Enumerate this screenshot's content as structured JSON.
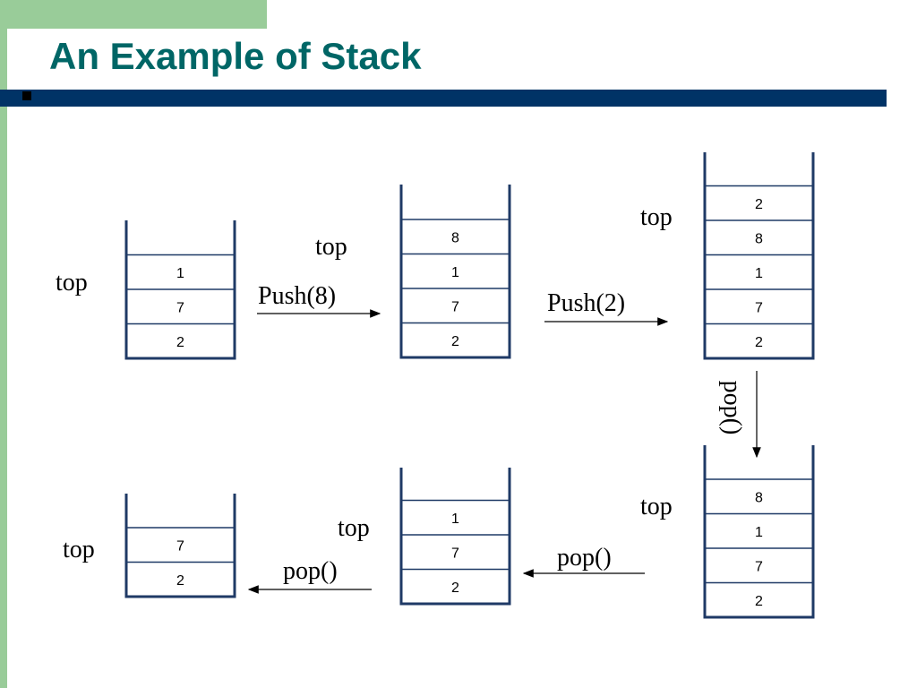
{
  "title": "An Example of Stack",
  "labels": {
    "top": "top",
    "push8": "Push(8)",
    "push2": "Push(2)",
    "pop": "pop()"
  },
  "stacks": [
    {
      "values": [
        "1",
        "7",
        "2"
      ]
    },
    {
      "values": [
        "8",
        "1",
        "7",
        "2"
      ]
    },
    {
      "values": [
        "2",
        "8",
        "1",
        "7",
        "2"
      ]
    },
    {
      "values": [
        "8",
        "1",
        "7",
        "2"
      ]
    },
    {
      "values": [
        "1",
        "7",
        "2"
      ]
    },
    {
      "values": [
        "7",
        "2"
      ]
    }
  ],
  "colors": {
    "title": "#006666",
    "rule": "#003366",
    "side": "#99cc99",
    "stack_border": "#1f3a66"
  }
}
